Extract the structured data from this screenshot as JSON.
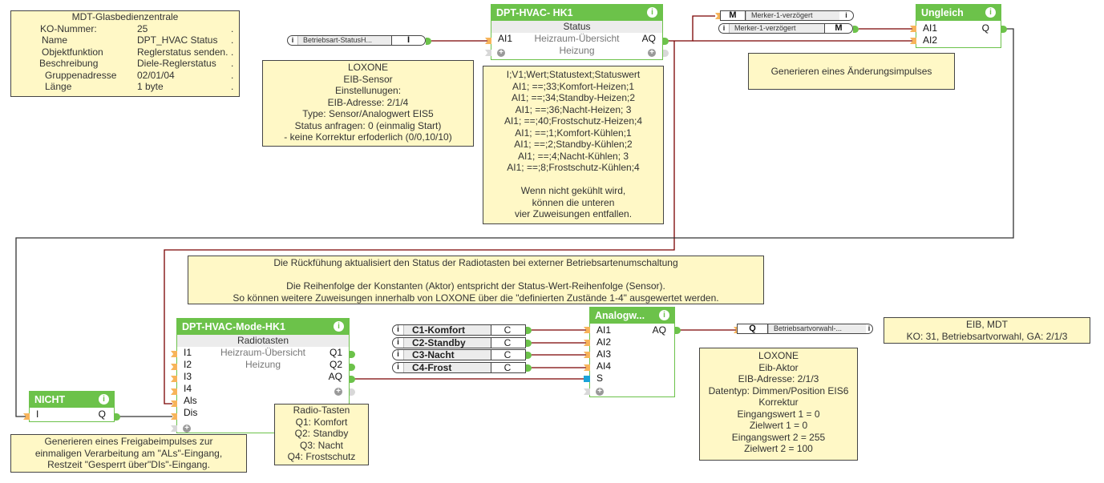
{
  "notes": {
    "mdt": {
      "title": "MDT-Glasbedienzentrale",
      "rows": [
        {
          "label": "KO-Nummer:",
          "value": "25"
        },
        {
          "label": "Name",
          "value": "DPT_HVAC Status"
        },
        {
          "label": "Objektfunktion",
          "value": "Reglerstatus senden."
        },
        {
          "label": "Beschreibung",
          "value": "Diele-Reglerstatus"
        },
        {
          "label": "Gruppenadresse",
          "value": "02/01/04"
        },
        {
          "label": "Länge",
          "value": "1 byte"
        }
      ]
    },
    "eib_sensor": [
      "LOXONE",
      "EIB-Sensor",
      "Einstellunugen:",
      "EIB-Adresse: 2/1/4",
      "Type: Sensor/Analogwert EIS5",
      "Status anfragen: 0 (einmalig Start)",
      "- keine Korrektur erfoderlich (0/0,10/10)"
    ],
    "status_table": [
      "I;V1;Wert;Statustext;Statuswert",
      "AI1; ==;33;Komfort-Heizen;1",
      "AI1; ==;34;Standby-Heizen;2",
      "AI1; ==;36;Nacht-Heizen; 3",
      "AI1; ==;40;Frostschutz-Heizen;4",
      "AI1; ==;1;Komfort-Kühlen;1",
      "AI1; ==;2;Standby-Kühlen;2",
      "AI1; ==;4;Nacht-Kühlen; 3",
      "AI1; ==;8;Frostschutz-Kühlen;4",
      "",
      "Wenn nicht gekühlt wird,",
      "können die unteren",
      "vier Zuweisungen entfallen."
    ],
    "change_impulse": [
      "Generieren eines Änderungsimpulses"
    ],
    "feedback": [
      "Die Rückfühung aktualisiert den Status der Radiotasten bei externer Betriebsartenumschaltung",
      "",
      "Die Reihenfolge der Konstanten (Aktor) entspricht der Status-Wert-Reihenfolge (Sensor).",
      "So können weitere Zuweisungen innerhalb von LOXONE über die \"definierten Zustände 1-4\" ausgewertet werden."
    ],
    "eib_mdt": [
      "EIB, MDT",
      "KO: 31, Betriebsartvorwahl, GA: 2/1/3"
    ],
    "eib_aktor": [
      "LOXONE",
      "Eib-Aktor",
      "EIB-Adresse: 2/1/3",
      "Datentyp: Dimmen/Position EIS6",
      "Korrektur",
      "Eingangswert 1 = 0",
      "Zielwert 1 = 0",
      "Eingangswert 2 = 255",
      "Zielwert 2 = 100"
    ],
    "release_impulse": [
      "Generieren eines Freigabeimpulses zur",
      "einmaligen Verarbeitung am \"ALs\"-Eingang,",
      "Restzeit \"Gesperrt über\"DIs\"-Eingang."
    ],
    "radio_tasten": [
      "Radio-Tasten",
      "Q1: Komfort",
      "Q2: Standby",
      "Q3: Nacht",
      "Q4: Frostschutz"
    ]
  },
  "connectors": {
    "status_input": {
      "icon": "i",
      "name": "Betriebsart-StatusH...",
      "type": "I"
    },
    "merker_out": {
      "icon": "i",
      "name": "Merker-1-verzögert",
      "type": "M"
    },
    "merker_in": {
      "icon": "i",
      "name": "Merker-1-verzögert",
      "type": "M"
    },
    "betriebsart_out": {
      "icon": "i",
      "name": "Betriebsartvorwahl-...",
      "type": "Q"
    }
  },
  "constants": [
    {
      "icon": "i",
      "name": "C1-Komfort",
      "type": "C"
    },
    {
      "icon": "i",
      "name": "C2-Standby",
      "type": "C"
    },
    {
      "icon": "i",
      "name": "C3-Nacht",
      "type": "C"
    },
    {
      "icon": "i",
      "name": "C4-Frost",
      "type": "C"
    }
  ],
  "blocks": {
    "hvac_status": {
      "title": "DPT-HVAC- HK1",
      "info": "i",
      "subtitle": "Status",
      "in1": "AI1",
      "room": "Heizraum-Übersicht",
      "out": "AQ",
      "category": "Heizung"
    },
    "ungleich": {
      "title": "Ungleich",
      "info": "i",
      "in1": "AI1",
      "in2": "AI2",
      "out": "Q"
    },
    "hvac_mode": {
      "title": "DPT-HVAC-Mode-HK1",
      "info": "i",
      "subtitle": "Radiotasten",
      "inputs": [
        "I1",
        "I2",
        "I3",
        "I4",
        "Als",
        "Dis"
      ],
      "room": "Heizraum-Übersicht",
      "category": "Heizung",
      "outputs": [
        "Q1",
        "Q2",
        "AQ"
      ]
    },
    "analogw": {
      "title": "Analogw...",
      "info": "i",
      "inputs": [
        "AI1",
        "AI2",
        "AI3",
        "AI4",
        "S"
      ],
      "out": "AQ"
    },
    "nicht": {
      "title": "NICHT",
      "info": "i",
      "in": "I",
      "out": "Q"
    }
  },
  "colors": {
    "block_green": "#6cc24a",
    "note_bg": "#fff8c6",
    "wire_red": "#7a0000",
    "wire_dark": "#333333",
    "pin_orange": "#f7b45a",
    "pin_blue": "#1aa3d9"
  }
}
